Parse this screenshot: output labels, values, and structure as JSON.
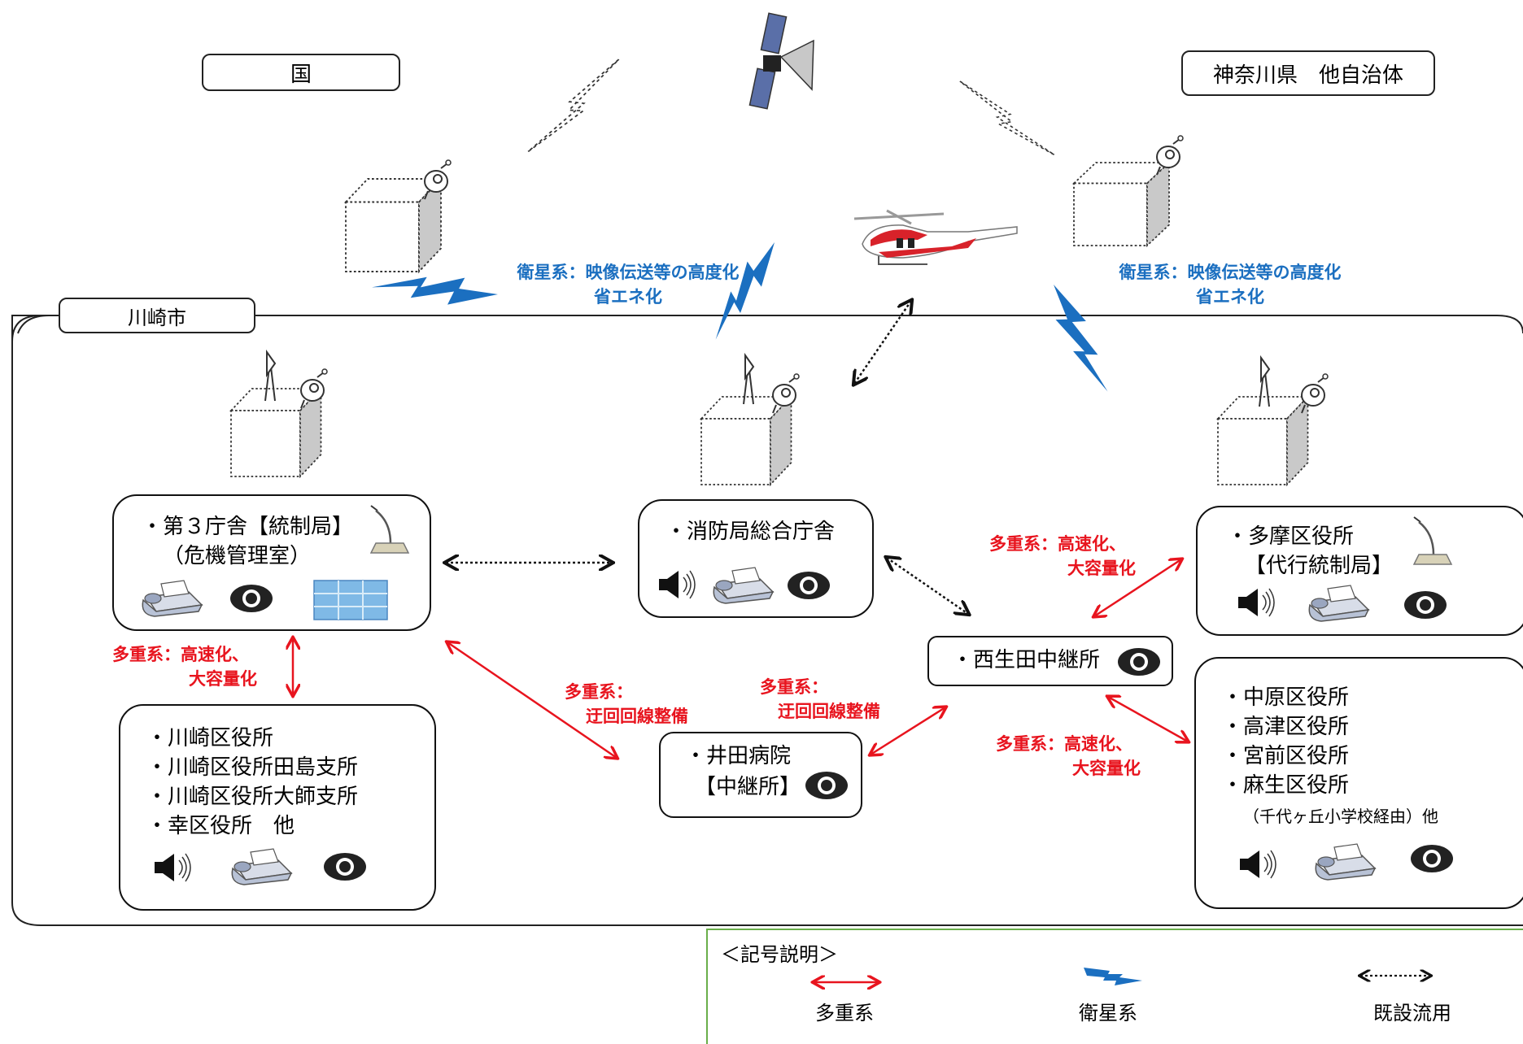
{
  "top_labels": {
    "national": "国",
    "prefecture": "神奈川県　他自治体"
  },
  "city_label": "川崎市",
  "satellite_notes": {
    "left": [
      "衛星系：映像伝送等の高度化",
      "省エネ化"
    ],
    "right": [
      "衛星系：映像伝送等の高度化",
      "省エネ化"
    ]
  },
  "nodes": {
    "hq": {
      "lines": [
        "・第３庁舎【統制局】",
        "（危機管理室）"
      ]
    },
    "fire": {
      "lines": [
        "・消防局総合庁舎"
      ]
    },
    "tama": {
      "lines": [
        "・多摩区役所",
        "【代行統制局】"
      ]
    },
    "nishi": {
      "lines": [
        "・西生田中継所"
      ]
    },
    "ida": {
      "lines": [
        "・井田病院",
        "【中継所】"
      ]
    },
    "kawasaki_wards": {
      "lines": [
        "・川崎区役所",
        "・川崎区役所田島支所",
        "・川崎区役所大師支所",
        "・幸区役所　他"
      ]
    },
    "north_wards": {
      "lines": [
        "・中原区役所",
        "・高津区役所",
        "・宮前区役所",
        "・麻生区役所"
      ],
      "note": "（千代ヶ丘小学校経由）他"
    }
  },
  "red_notes": {
    "left": [
      "多重系：高速化、",
      "大容量化"
    ],
    "mid_left": [
      "多重系：",
      "迂回回線整備"
    ],
    "mid_right": [
      "多重系：",
      "迂回回線整備"
    ],
    "upper_right": [
      "多重系：高速化、",
      "大容量化"
    ],
    "lower_right": [
      "多重系：高速化、",
      "大容量化"
    ]
  },
  "legend": {
    "title": "＜記号説明＞",
    "multiplex": "多重系",
    "satellite": "衛星系",
    "existing": "既設流用"
  },
  "colors": {
    "multiplex_red": "#e8141e",
    "satellite_blue": "#1b6fc0",
    "legend_border": "#6aae4a"
  },
  "icons": [
    "satellite-icon",
    "helicopter-icon",
    "building-icon",
    "antenna-icon",
    "dish-icon",
    "microphone-icon",
    "fax-icon",
    "eye-icon",
    "speaker-icon",
    "monitor-wall-icon"
  ]
}
